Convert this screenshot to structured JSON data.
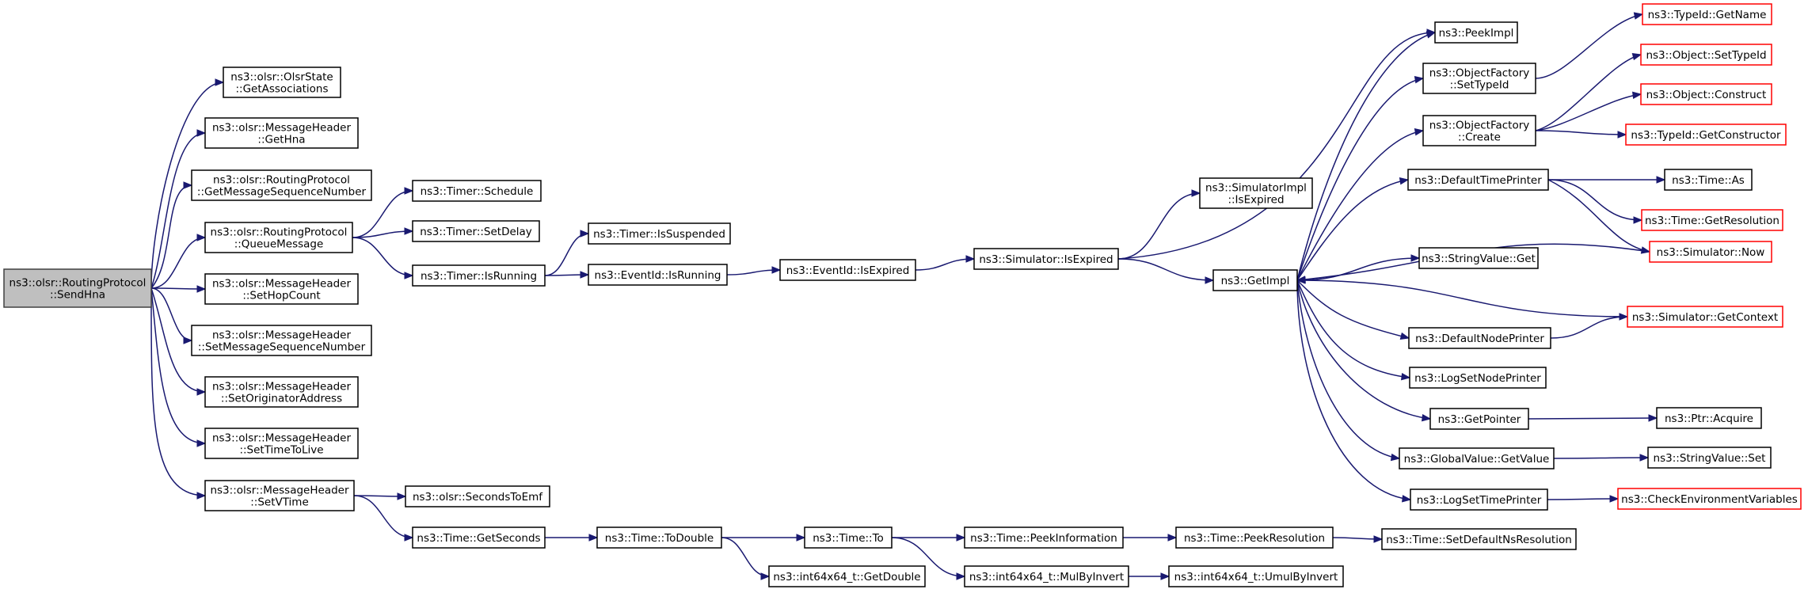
{
  "colors": {
    "root_fill": "#bfbfbf",
    "root_border": "#404040",
    "node_border": "#000000",
    "external_border": "#ff0000",
    "edge": "#191970"
  },
  "nodes": [
    {
      "id": "sendhna",
      "lines": [
        "ns3::olsr::RoutingProtocol",
        "::SendHna"
      ],
      "style": "root"
    },
    {
      "id": "getassoc",
      "lines": [
        "ns3::olsr::OlsrState",
        "::GetAssociations"
      ],
      "style": "normal"
    },
    {
      "id": "gethna",
      "lines": [
        "ns3::olsr::MessageHeader",
        "::GetHna"
      ],
      "style": "normal"
    },
    {
      "id": "getmsgseq",
      "lines": [
        "ns3::olsr::RoutingProtocol",
        "::GetMessageSequenceNumber"
      ],
      "style": "normal"
    },
    {
      "id": "queuemsg",
      "lines": [
        "ns3::olsr::RoutingProtocol",
        "::QueueMessage"
      ],
      "style": "normal"
    },
    {
      "id": "sethop",
      "lines": [
        "ns3::olsr::MessageHeader",
        "::SetHopCount"
      ],
      "style": "normal"
    },
    {
      "id": "setmsgseq",
      "lines": [
        "ns3::olsr::MessageHeader",
        "::SetMessageSequenceNumber"
      ],
      "style": "normal"
    },
    {
      "id": "setorig",
      "lines": [
        "ns3::olsr::MessageHeader",
        "::SetOriginatorAddress"
      ],
      "style": "normal"
    },
    {
      "id": "setttl",
      "lines": [
        "ns3::olsr::MessageHeader",
        "::SetTimeToLive"
      ],
      "style": "normal"
    },
    {
      "id": "setvtime",
      "lines": [
        "ns3::olsr::MessageHeader",
        "::SetVTime"
      ],
      "style": "normal"
    },
    {
      "id": "schedule",
      "lines": [
        "ns3::Timer::Schedule"
      ],
      "style": "normal"
    },
    {
      "id": "setdelay",
      "lines": [
        "ns3::Timer::SetDelay"
      ],
      "style": "normal"
    },
    {
      "id": "isrunning",
      "lines": [
        "ns3::Timer::IsRunning"
      ],
      "style": "normal"
    },
    {
      "id": "secondstoemf",
      "lines": [
        "ns3::olsr::SecondsToEmf"
      ],
      "style": "normal"
    },
    {
      "id": "getseconds",
      "lines": [
        "ns3::Time::GetSeconds"
      ],
      "style": "normal"
    },
    {
      "id": "issuspended",
      "lines": [
        "ns3::Timer::IsSuspended"
      ],
      "style": "normal"
    },
    {
      "id": "evisrunning",
      "lines": [
        "ns3::EventId::IsRunning"
      ],
      "style": "normal"
    },
    {
      "id": "evisexpired",
      "lines": [
        "ns3::EventId::IsExpired"
      ],
      "style": "normal"
    },
    {
      "id": "simisexpired",
      "lines": [
        "ns3::Simulator::IsExpired"
      ],
      "style": "normal"
    },
    {
      "id": "simimplisexpired",
      "lines": [
        "ns3::SimulatorImpl",
        "::IsExpired"
      ],
      "style": "normal"
    },
    {
      "id": "getimpl",
      "lines": [
        "ns3::GetImpl"
      ],
      "style": "normal"
    },
    {
      "id": "peekimpl",
      "lines": [
        "ns3::PeekImpl"
      ],
      "style": "normal"
    },
    {
      "id": "ofsettypeid",
      "lines": [
        "ns3::ObjectFactory",
        "::SetTypeId"
      ],
      "style": "normal"
    },
    {
      "id": "ofcreate",
      "lines": [
        "ns3::ObjectFactory",
        "::Create"
      ],
      "style": "normal"
    },
    {
      "id": "deftimeprinter",
      "lines": [
        "ns3::DefaultTimePrinter"
      ],
      "style": "normal"
    },
    {
      "id": "stringvalueget",
      "lines": [
        "ns3::StringValue::Get"
      ],
      "style": "normal"
    },
    {
      "id": "defnodeprinter",
      "lines": [
        "ns3::DefaultNodePrinter"
      ],
      "style": "normal"
    },
    {
      "id": "logsetnodeprinter",
      "lines": [
        "ns3::LogSetNodePrinter"
      ],
      "style": "normal"
    },
    {
      "id": "getpointer",
      "lines": [
        "ns3::GetPointer"
      ],
      "style": "normal"
    },
    {
      "id": "gvgetvalue",
      "lines": [
        "ns3::GlobalValue::GetValue"
      ],
      "style": "normal"
    },
    {
      "id": "logsettimeprinter",
      "lines": [
        "ns3::LogSetTimePrinter"
      ],
      "style": "normal"
    },
    {
      "id": "typeidgetname",
      "lines": [
        "ns3::TypeId::GetName"
      ],
      "style": "external"
    },
    {
      "id": "objsettypeid",
      "lines": [
        "ns3::Object::SetTypeId"
      ],
      "style": "external"
    },
    {
      "id": "objconstruct",
      "lines": [
        "ns3::Object::Construct"
      ],
      "style": "external"
    },
    {
      "id": "typeidgetctor",
      "lines": [
        "ns3::TypeId::GetConstructor"
      ],
      "style": "external"
    },
    {
      "id": "timeas",
      "lines": [
        "ns3::Time::As"
      ],
      "style": "normal"
    },
    {
      "id": "timegetres",
      "lines": [
        "ns3::Time::GetResolution"
      ],
      "style": "external"
    },
    {
      "id": "simnow",
      "lines": [
        "ns3::Simulator::Now"
      ],
      "style": "external"
    },
    {
      "id": "simgetctx",
      "lines": [
        "ns3::Simulator::GetContext"
      ],
      "style": "external"
    },
    {
      "id": "ptracquire",
      "lines": [
        "ns3::Ptr::Acquire"
      ],
      "style": "normal"
    },
    {
      "id": "stringvalueset",
      "lines": [
        "ns3::StringValue::Set"
      ],
      "style": "normal"
    },
    {
      "id": "checkenv",
      "lines": [
        "ns3::CheckEnvironmentVariables"
      ],
      "style": "external"
    },
    {
      "id": "todouble",
      "lines": [
        "ns3::Time::ToDouble"
      ],
      "style": "normal"
    },
    {
      "id": "timeto",
      "lines": [
        "ns3::Time::To"
      ],
      "style": "normal"
    },
    {
      "id": "getdouble",
      "lines": [
        "ns3::int64x64_t::GetDouble"
      ],
      "style": "normal"
    },
    {
      "id": "peekinfo",
      "lines": [
        "ns3::Time::PeekInformation"
      ],
      "style": "normal"
    },
    {
      "id": "mulbyinvert",
      "lines": [
        "ns3::int64x64_t::MulByInvert"
      ],
      "style": "normal"
    },
    {
      "id": "peekres",
      "lines": [
        "ns3::Time::PeekResolution"
      ],
      "style": "normal"
    },
    {
      "id": "umulbyinvert",
      "lines": [
        "ns3::int64x64_t::UmulByInvert"
      ],
      "style": "normal"
    },
    {
      "id": "setdefaultns",
      "lines": [
        "ns3::Time::SetDefaultNsResolution"
      ],
      "style": "normal"
    }
  ],
  "edges": [
    [
      "sendhna",
      "getassoc"
    ],
    [
      "sendhna",
      "gethna"
    ],
    [
      "sendhna",
      "getmsgseq"
    ],
    [
      "sendhna",
      "queuemsg"
    ],
    [
      "sendhna",
      "sethop"
    ],
    [
      "sendhna",
      "setmsgseq"
    ],
    [
      "sendhna",
      "setorig"
    ],
    [
      "sendhna",
      "setttl"
    ],
    [
      "sendhna",
      "setvtime"
    ],
    [
      "queuemsg",
      "schedule"
    ],
    [
      "queuemsg",
      "setdelay"
    ],
    [
      "queuemsg",
      "isrunning"
    ],
    [
      "setvtime",
      "secondstoemf"
    ],
    [
      "setvtime",
      "getseconds"
    ],
    [
      "isrunning",
      "issuspended"
    ],
    [
      "isrunning",
      "evisrunning"
    ],
    [
      "evisrunning",
      "evisexpired"
    ],
    [
      "evisexpired",
      "simisexpired"
    ],
    [
      "simisexpired",
      "simimplisexpired"
    ],
    [
      "simisexpired",
      "getimpl"
    ],
    [
      "simisexpired",
      "peekimpl"
    ],
    [
      "getimpl",
      "peekimpl"
    ],
    [
      "getimpl",
      "ofsettypeid"
    ],
    [
      "getimpl",
      "ofcreate"
    ],
    [
      "getimpl",
      "deftimeprinter"
    ],
    [
      "getimpl",
      "stringvalueget"
    ],
    [
      "getimpl",
      "defnodeprinter"
    ],
    [
      "getimpl",
      "logsetnodeprinter"
    ],
    [
      "getimpl",
      "getpointer"
    ],
    [
      "getimpl",
      "gvgetvalue"
    ],
    [
      "getimpl",
      "logsettimeprinter"
    ],
    [
      "ofsettypeid",
      "typeidgetname"
    ],
    [
      "ofcreate",
      "objsettypeid"
    ],
    [
      "ofcreate",
      "objconstruct"
    ],
    [
      "ofcreate",
      "typeidgetctor"
    ],
    [
      "deftimeprinter",
      "timeas"
    ],
    [
      "deftimeprinter",
      "timegetres"
    ],
    [
      "deftimeprinter",
      "simnow"
    ],
    [
      "simnow",
      "getimpl"
    ],
    [
      "simgetctx",
      "getimpl"
    ],
    [
      "defnodeprinter",
      "simgetctx"
    ],
    [
      "getpointer",
      "ptracquire"
    ],
    [
      "gvgetvalue",
      "stringvalueset"
    ],
    [
      "logsettimeprinter",
      "checkenv"
    ],
    [
      "getseconds",
      "todouble"
    ],
    [
      "todouble",
      "timeto"
    ],
    [
      "todouble",
      "getdouble"
    ],
    [
      "timeto",
      "peekinfo"
    ],
    [
      "timeto",
      "mulbyinvert"
    ],
    [
      "peekinfo",
      "peekres"
    ],
    [
      "mulbyinvert",
      "umulbyinvert"
    ],
    [
      "peekres",
      "setdefaultns"
    ]
  ]
}
